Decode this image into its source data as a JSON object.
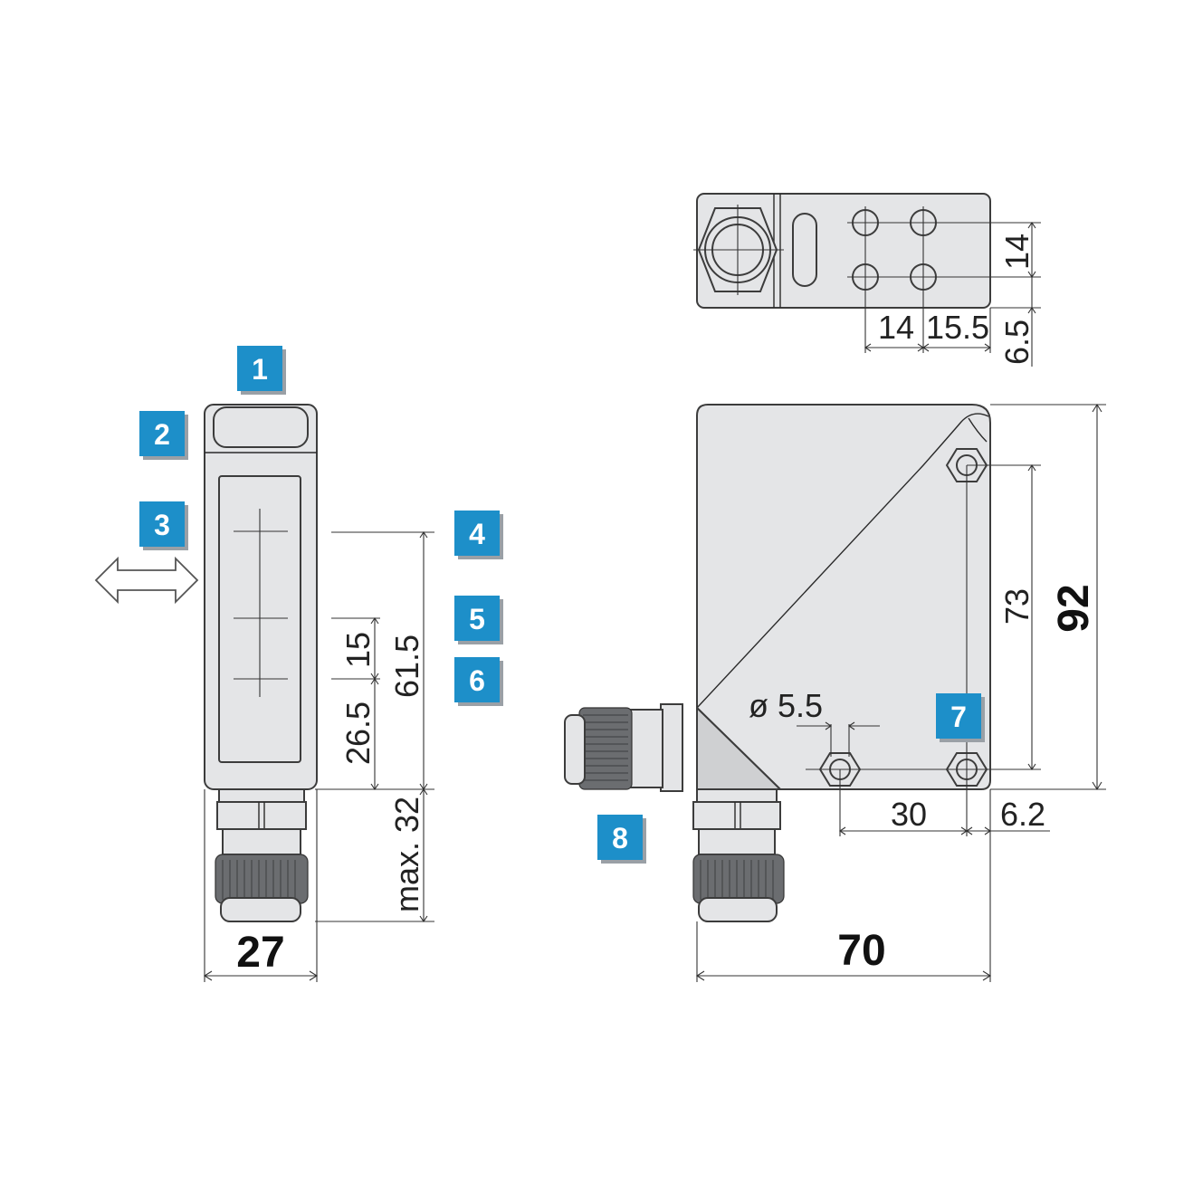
{
  "labels": {
    "badges": [
      "1",
      "2",
      "3",
      "4",
      "5",
      "6",
      "7",
      "8"
    ]
  },
  "dimensions": {
    "top_14_vertical": "14",
    "top_14_horizontal": "14",
    "top_15_5": "15.5",
    "top_6_5": "6.5",
    "side_15": "15",
    "side_61_5": "61.5",
    "side_26_5": "26.5",
    "side_max_32": "max. 32",
    "side_27": "27",
    "front_73": "73",
    "front_92": "92",
    "front_dia_5_5": "ø 5.5",
    "front_30": "30",
    "front_6_2": "6.2",
    "front_70": "70"
  },
  "colors": {
    "badge": "#1d8fc9",
    "housing": "#e4e5e7",
    "line": "#2a2a2a"
  }
}
